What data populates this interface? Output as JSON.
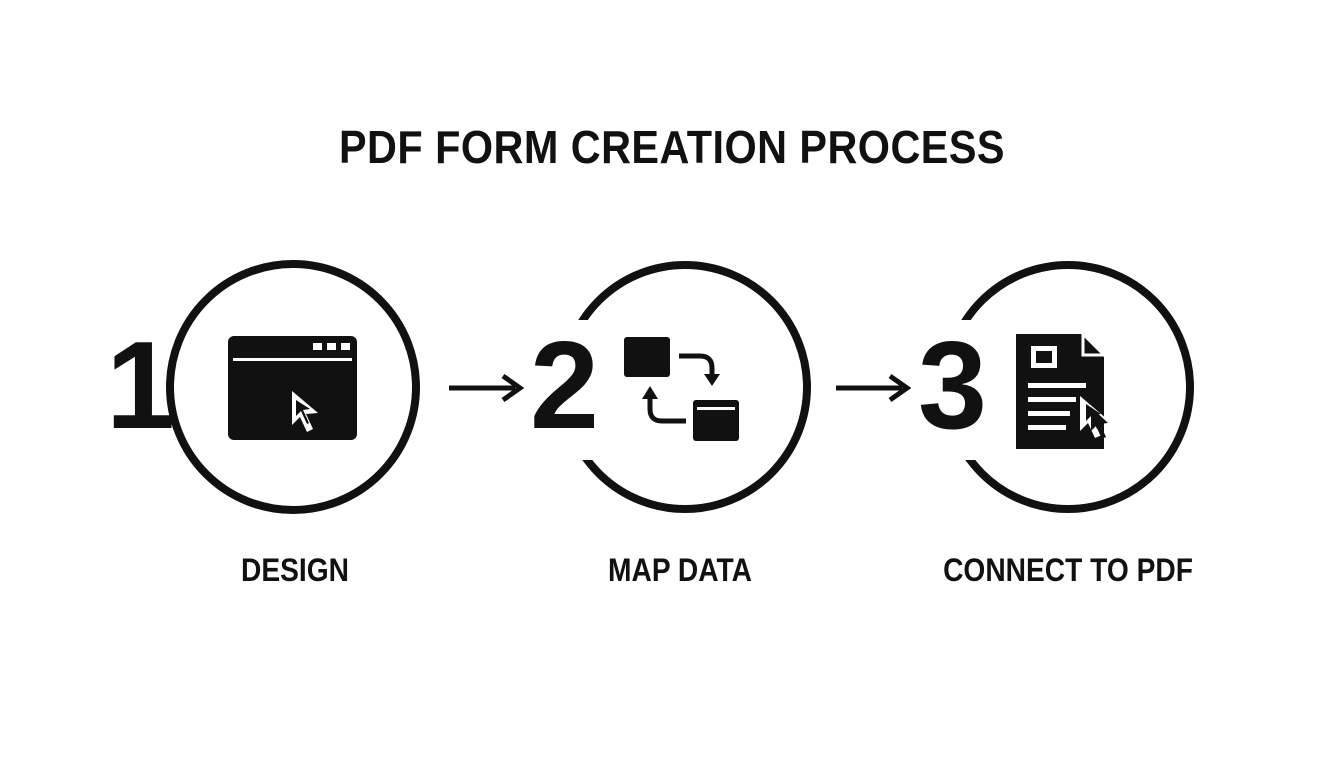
{
  "title": "PDF FORM CREATION PROCESS",
  "steps": [
    {
      "number": "1",
      "label": "DESIGN",
      "icon": "browser-window-cursor-icon"
    },
    {
      "number": "2",
      "label": "MAP DATA",
      "icon": "data-mapping-icon"
    },
    {
      "number": "3",
      "label": "CONNECT TO PDF",
      "icon": "document-cursor-icon"
    }
  ],
  "colors": {
    "ink": "#111111",
    "background": "#ffffff"
  }
}
